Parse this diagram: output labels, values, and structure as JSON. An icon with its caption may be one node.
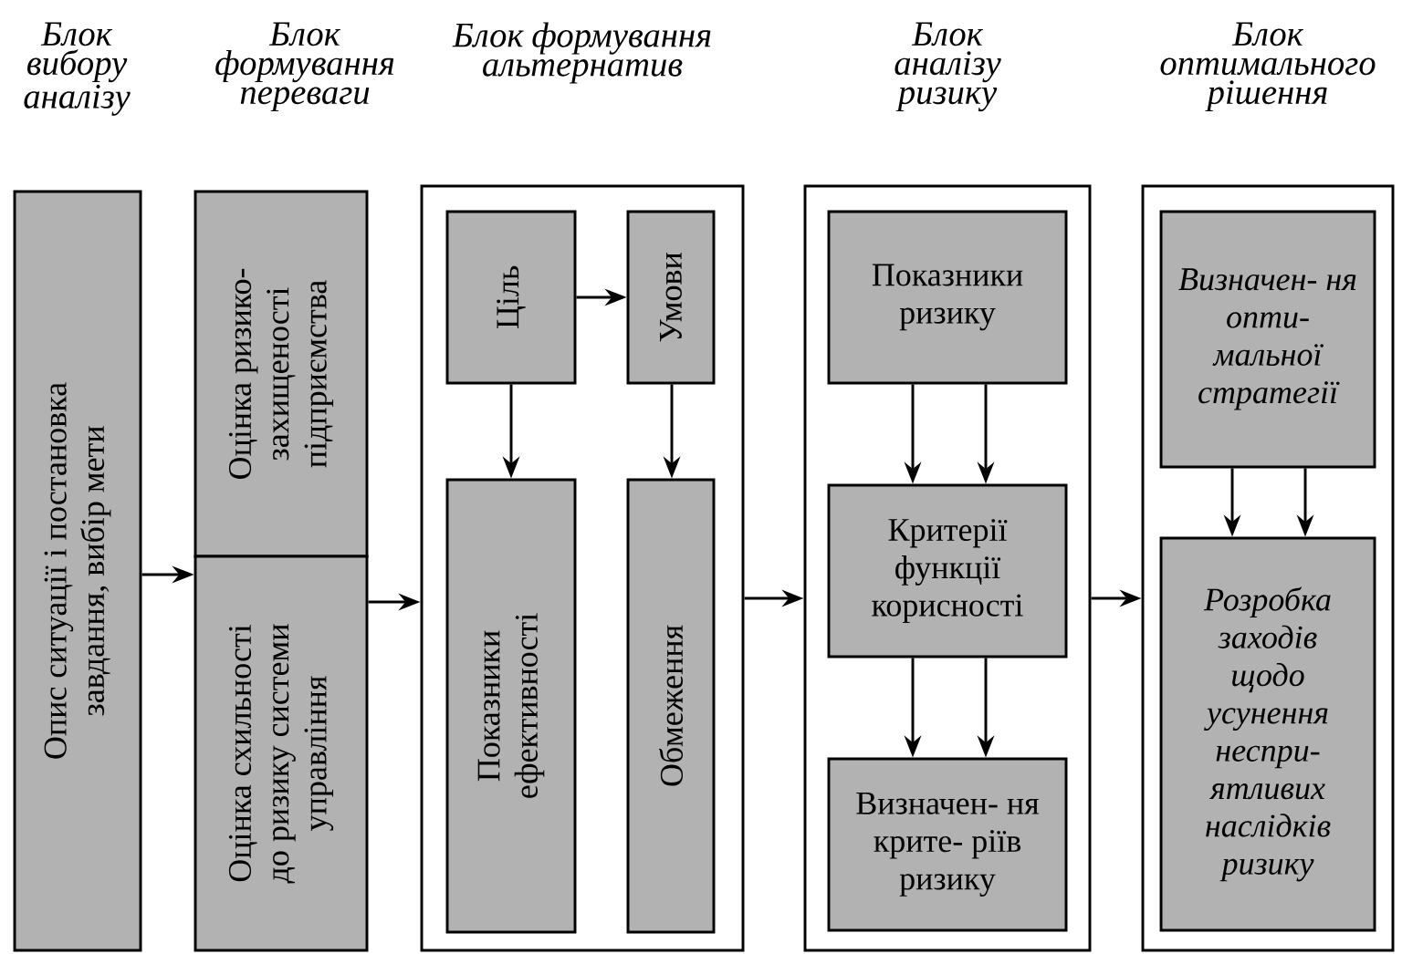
{
  "diagram": {
    "nodes": [
      {
        "text": [
          "Опис ситуації і постановка завдання, вибір мети"
        ]
      },
      {
        "text": [
          "Оцінка ризико- захищеності підприємства"
        ]
      },
      {
        "text": [
          "Оцінка схильності до ризику системи управління"
        ]
      },
      {
        "text": [
          "Блок формування альтернатив"
        ]
      },
      {
        "text": [
          "Ціль"
        ],
        "in": 3
      },
      {
        "text": [
          "Умови"
        ],
        "in": 3
      },
      {
        "text": [
          "Показники ефективності"
        ],
        "in": 3
      },
      {
        "text": [
          "Обмеження"
        ],
        "in": 3
      },
      {
        "text": [
          "Блок аналізу ризику"
        ]
      },
      {
        "text": [
          "Показники ризику"
        ],
        "in": 8
      },
      {
        "text": [
          "Критерії функції корисності"
        ],
        "in": 8
      },
      {
        "text": [
          "Визначен- ня крите- ріїв ризику"
        ],
        "in": 8
      },
      {
        "text": [
          "Блок оптимального рішення"
        ]
      },
      {
        "text": [
          "Визначен- ня опти- мальної стратегії"
        ],
        "in": 12
      },
      {
        "text": [
          "Розробка заходів щодо усунення неспри- ятливих наслідків ризику"
        ],
        "in": 12
      }
    ],
    "edges": [
      {
        "from": 0,
        "to": 2,
        "arrow": "to"
      },
      {
        "from": 2,
        "to": 3,
        "arrow": "to"
      },
      {
        "from": 4,
        "to": 5,
        "arrow": "to"
      },
      {
        "from": 4,
        "to": 6,
        "arrow": "to"
      },
      {
        "from": 5,
        "to": 7,
        "arrow": "to"
      },
      {
        "from": 3,
        "to": 8,
        "arrow": "to"
      },
      {
        "from": 9,
        "to": 10,
        "arrow": "to"
      },
      {
        "from": 9,
        "to": 10,
        "arrow": "to"
      },
      {
        "from": 10,
        "to": 11,
        "arrow": "to"
      },
      {
        "from": 10,
        "to": 11,
        "arrow": "to"
      },
      {
        "from": 8,
        "to": 12,
        "arrow": "to"
      },
      {
        "from": 13,
        "to": 14,
        "arrow": "to"
      },
      {
        "from": 13,
        "to": 14,
        "arrow": "to"
      }
    ],
    "labels": [
      "Блок вибору аналізу",
      "Блок формування переваги"
    ]
  }
}
